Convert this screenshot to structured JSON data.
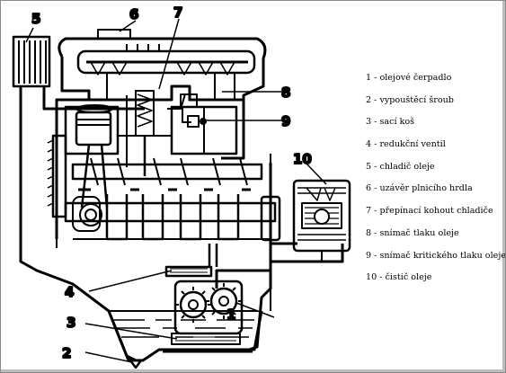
{
  "callouts": [
    "1",
    "2",
    "3",
    "4",
    "5",
    "6",
    "7",
    "8",
    "9",
    "10"
  ],
  "legend": [
    "1 - olejové čerpadlo",
    "2 - vypouštěcí šroub",
    "3 - sací koš",
    "4 - redukční ventil",
    "5 - chladič oleje",
    "6 - uzávěr plnicího hrdla",
    "7 - přepínací kohout chladiče",
    "8 - snímač tlaku oleje",
    "9 - snímač kritického tlaku oleje",
    "10 - čistič oleje"
  ]
}
